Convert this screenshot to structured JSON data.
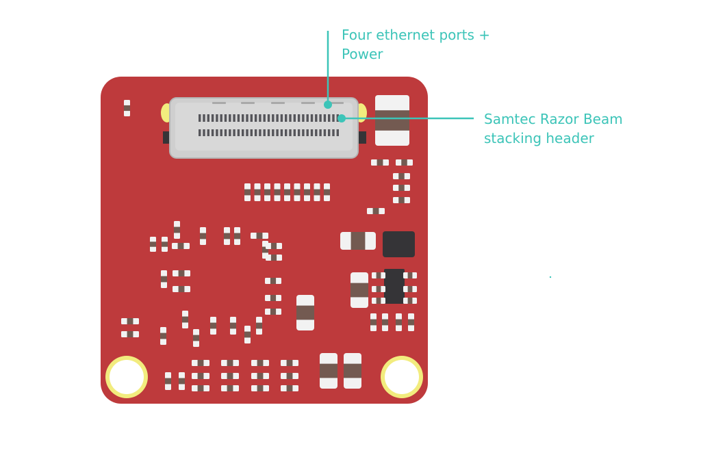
{
  "callouts": {
    "ports": {
      "line1": "Four ethernet ports +",
      "line2": "Power"
    },
    "header": {
      "line1": "Samtec Razor Beam",
      "line2": "stacking header"
    }
  },
  "colors": {
    "board": "#be3a3c",
    "connector": "#cfcfcf",
    "connector_outline": "#b5b5b5",
    "pin": "#55555a",
    "mount_hole_ring": "#f2ec7e",
    "callout": "#3cc4b8",
    "ic": "#353437",
    "component_body": "#735a51",
    "component_cap": "#f2f2f2"
  }
}
